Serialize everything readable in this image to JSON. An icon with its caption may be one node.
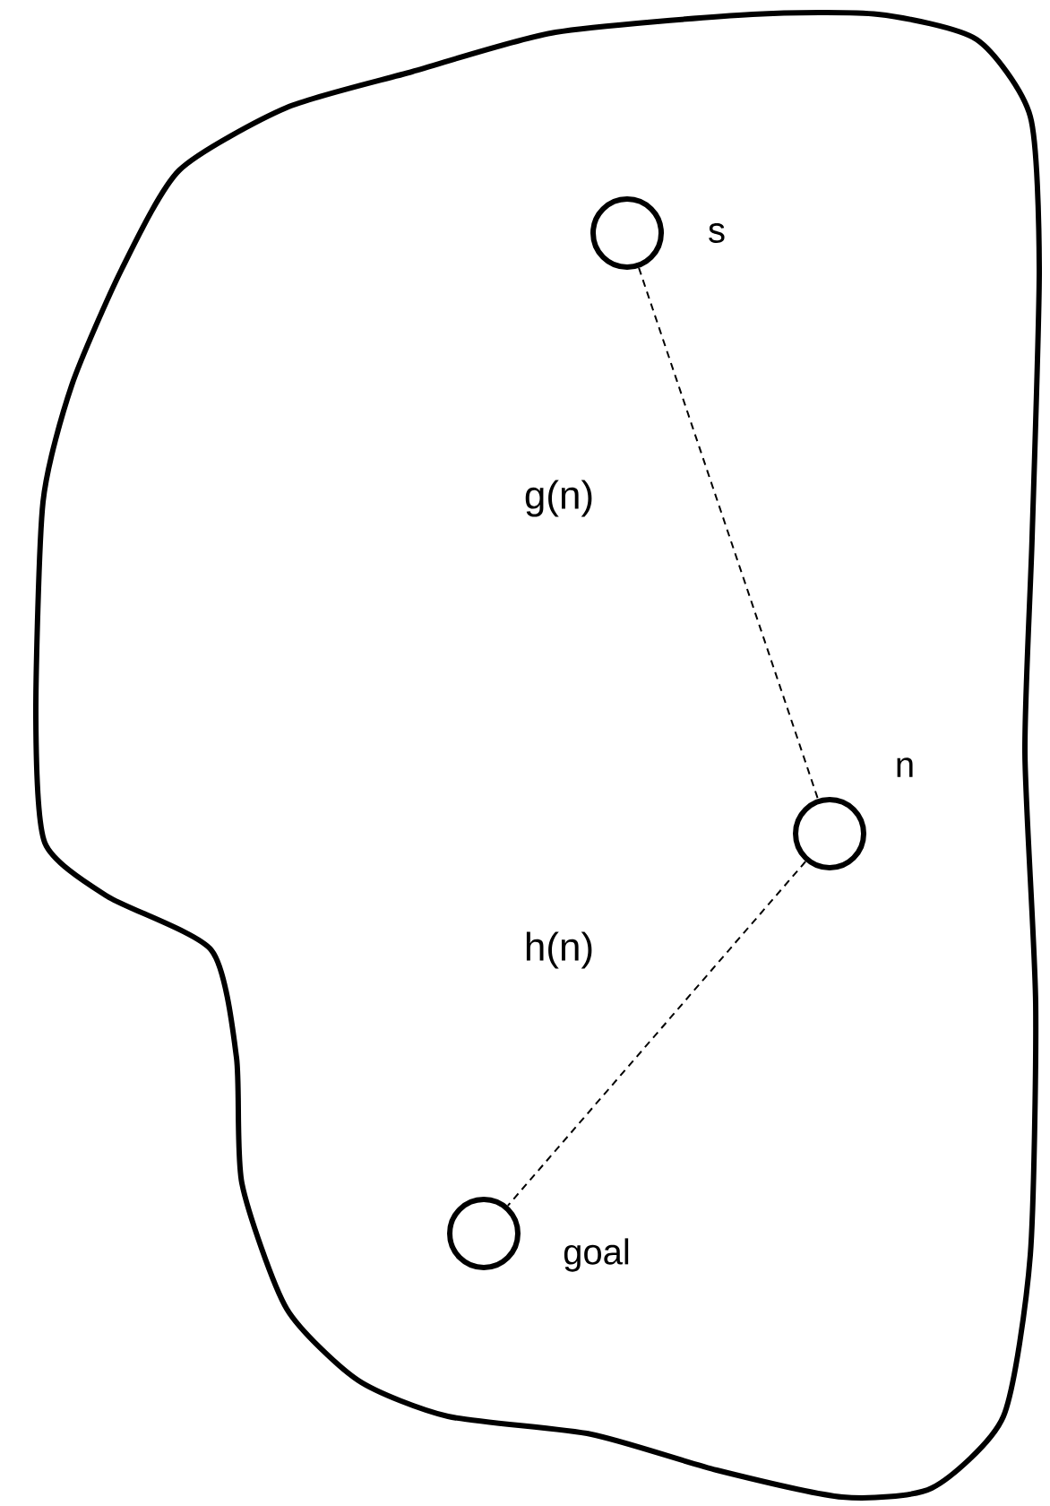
{
  "diagram": {
    "nodes": [
      {
        "text": [],
        "shape": "cloud"
      },
      {
        "text": [],
        "shape": "circle",
        "beside": [
          "s"
        ],
        "in": 0
      },
      {
        "text": [],
        "shape": "circle",
        "beside": [
          "n"
        ],
        "in": 0
      },
      {
        "text": [],
        "shape": "circle",
        "beside": [
          "goal"
        ],
        "in": 0
      }
    ],
    "edges": [
      {
        "from": 1,
        "to": 2,
        "arrow": "none",
        "label": "g(n)",
        "style": "dashed"
      },
      {
        "from": 2,
        "to": 3,
        "arrow": "none",
        "label": "h(n)",
        "style": "dashed"
      }
    ]
  }
}
